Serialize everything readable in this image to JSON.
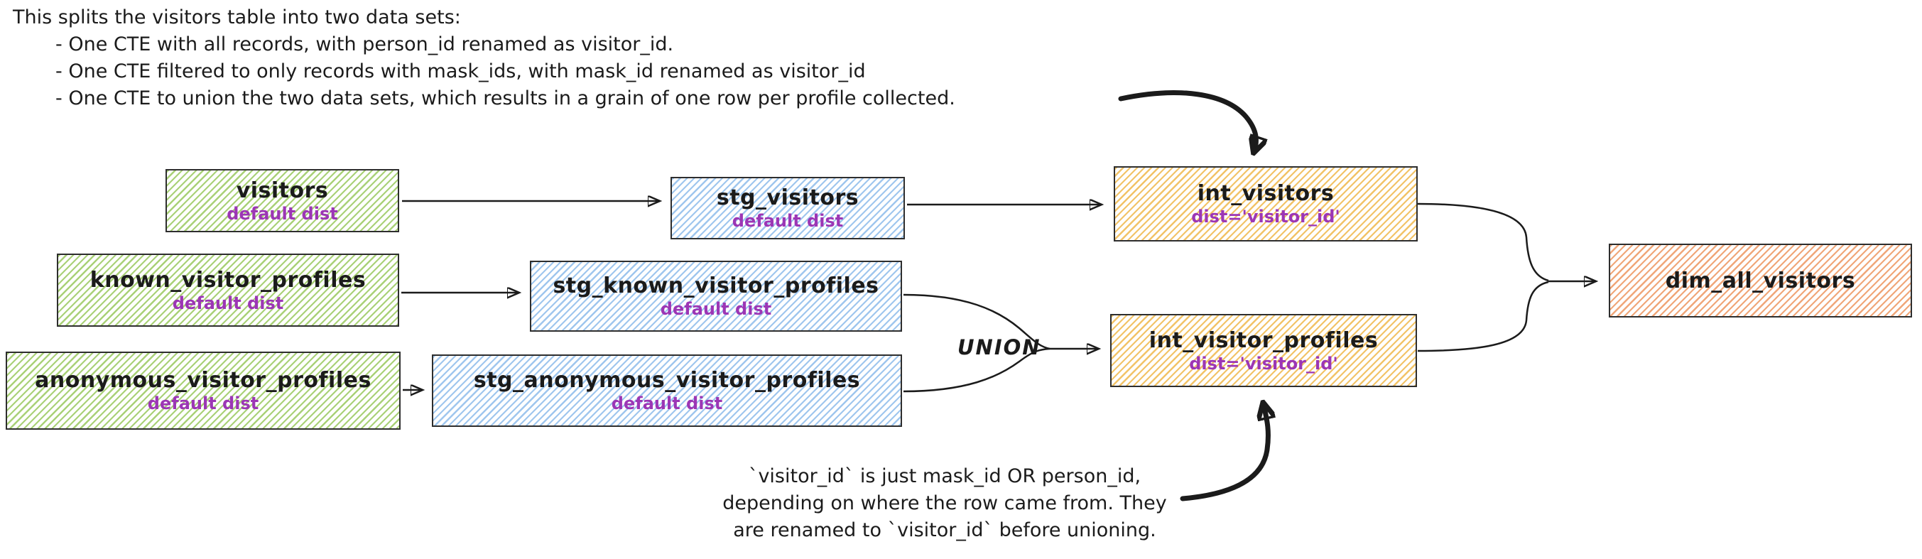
{
  "diagram": {
    "top_note": {
      "line1": "This splits the visitors table into two data sets:",
      "bullets": [
        "- One CTE with all records, with person_id renamed as visitor_id.",
        "- One CTE filtered to only records with mask_ids, with mask_id renamed as visitor_id",
        "- One CTE to union the two data sets, which results in a grain of one row per profile collected."
      ]
    },
    "bottom_note": {
      "lines": [
        "`visitor_id` is just mask_id OR person_id,",
        "depending on where the row came from. They",
        "are renamed to `visitor_id` before unioning."
      ]
    },
    "union_label": "UNION",
    "nodes": [
      {
        "id": "visitors",
        "label": "visitors",
        "sublabel": "default dist",
        "fill": "#a9d177"
      },
      {
        "id": "stg_visitors",
        "label": "stg_visitors",
        "sublabel": "default dist",
        "fill": "#9fc6ee"
      },
      {
        "id": "int_visitors",
        "label": "int_visitors",
        "sublabel": "dist='visitor_id'",
        "fill": "#f2c367"
      },
      {
        "id": "known_visitor_profiles",
        "label": "known_visitor_profiles",
        "sublabel": "default dist",
        "fill": "#a9d177"
      },
      {
        "id": "stg_known_visitor_profiles",
        "label": "stg_known_visitor_profiles",
        "sublabel": "default dist",
        "fill": "#9fc6ee"
      },
      {
        "id": "anonymous_visitor_profiles",
        "label": "anonymous_visitor_profiles",
        "sublabel": "default dist",
        "fill": "#a9d177"
      },
      {
        "id": "stg_anonymous_visitor_profiles",
        "label": "stg_anonymous_visitor_profiles",
        "sublabel": "default dist",
        "fill": "#9fc6ee"
      },
      {
        "id": "int_visitor_profiles",
        "label": "int_visitor_profiles",
        "sublabel": "dist='visitor_id'",
        "fill": "#f2c367"
      },
      {
        "id": "dim_all_visitors",
        "label": "dim_all_visitors",
        "sublabel": "",
        "fill": "#f0a678"
      }
    ],
    "colors": {
      "green_hatch": "#a9d177",
      "blue_hatch": "#9fc6ee",
      "yellow_hatch": "#f2c367",
      "peach_hatch": "#f0a678",
      "dist_text_purple": "#9c36b5",
      "ink": "#1b1b1b"
    }
  }
}
